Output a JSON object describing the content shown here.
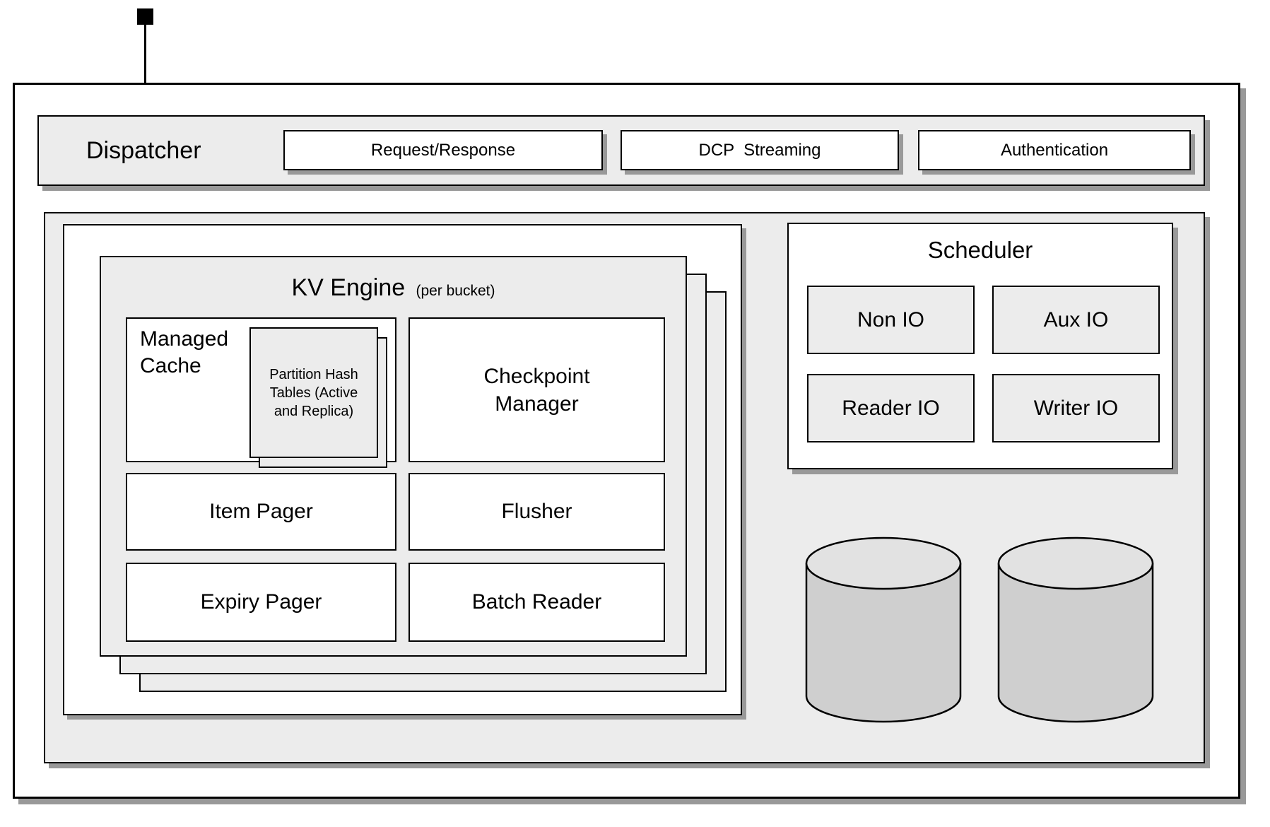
{
  "colors": {
    "panel_gray": "#ececec",
    "box_white": "#ffffff",
    "border_black": "#000000",
    "shadow_gray": "#999999",
    "cylinder_body": "#cfcfcf",
    "cylinder_top": "#e2e2e2"
  },
  "dispatcher": {
    "label": "Dispatcher",
    "services": [
      {
        "label": "Request/Response"
      },
      {
        "label": "DCP  Streaming"
      },
      {
        "label": "Authentication"
      }
    ]
  },
  "kv_engine": {
    "title": "KV Engine",
    "subtitle": "(per bucket)",
    "components": {
      "managed_cache": {
        "line1": "Managed",
        "line2": "Cache",
        "partition_tables": {
          "line1": "Partition Hash",
          "line2": "Tables (Active",
          "line3": "and Replica)"
        }
      },
      "checkpoint_manager": {
        "line1": "Checkpoint",
        "line2": "Manager"
      },
      "item_pager": "Item Pager",
      "flusher": "Flusher",
      "expiry_pager": "Expiry Pager",
      "batch_reader": "Batch Reader"
    }
  },
  "scheduler": {
    "title": "Scheduler",
    "queues": [
      {
        "label": "Non IO"
      },
      {
        "label": "Aux IO"
      },
      {
        "label": "Reader IO"
      },
      {
        "label": "Writer IO"
      }
    ]
  }
}
